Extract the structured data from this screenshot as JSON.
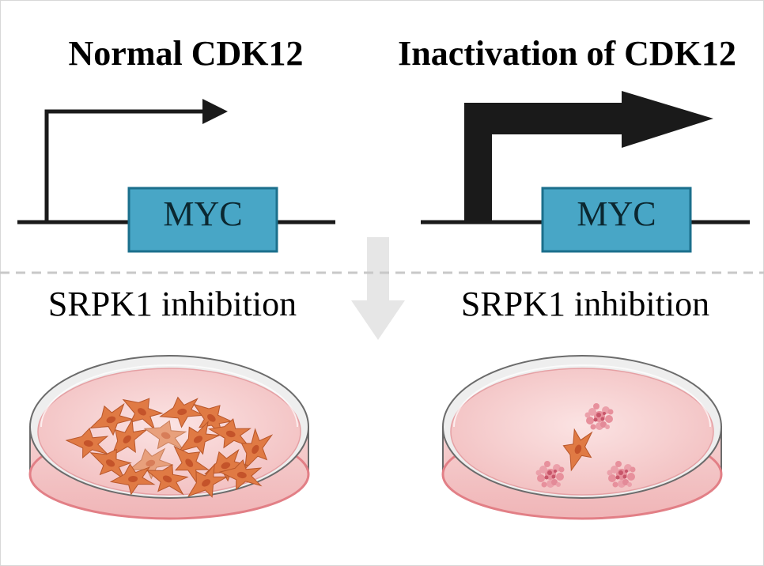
{
  "left_panel": {
    "title": "Normal CDK12",
    "gene": "MYC",
    "treatment": "SRPK1 inhibition",
    "outcome": "many-cells"
  },
  "right_panel": {
    "title": "Inactivation of CDK12",
    "gene": "MYC",
    "treatment": "SRPK1 inhibition",
    "outcome": "few-cells-apoptotic"
  },
  "colors": {
    "gene_box_fill": "#48a6c6",
    "gene_box_stroke": "#1b6f8c",
    "dish_media": "#f4c9c9",
    "cell_fill": "#e07a44",
    "apoptotic_cell": "#e38a98",
    "divider": "#c8c8c8",
    "center_arrow": "#e6e6e6"
  }
}
